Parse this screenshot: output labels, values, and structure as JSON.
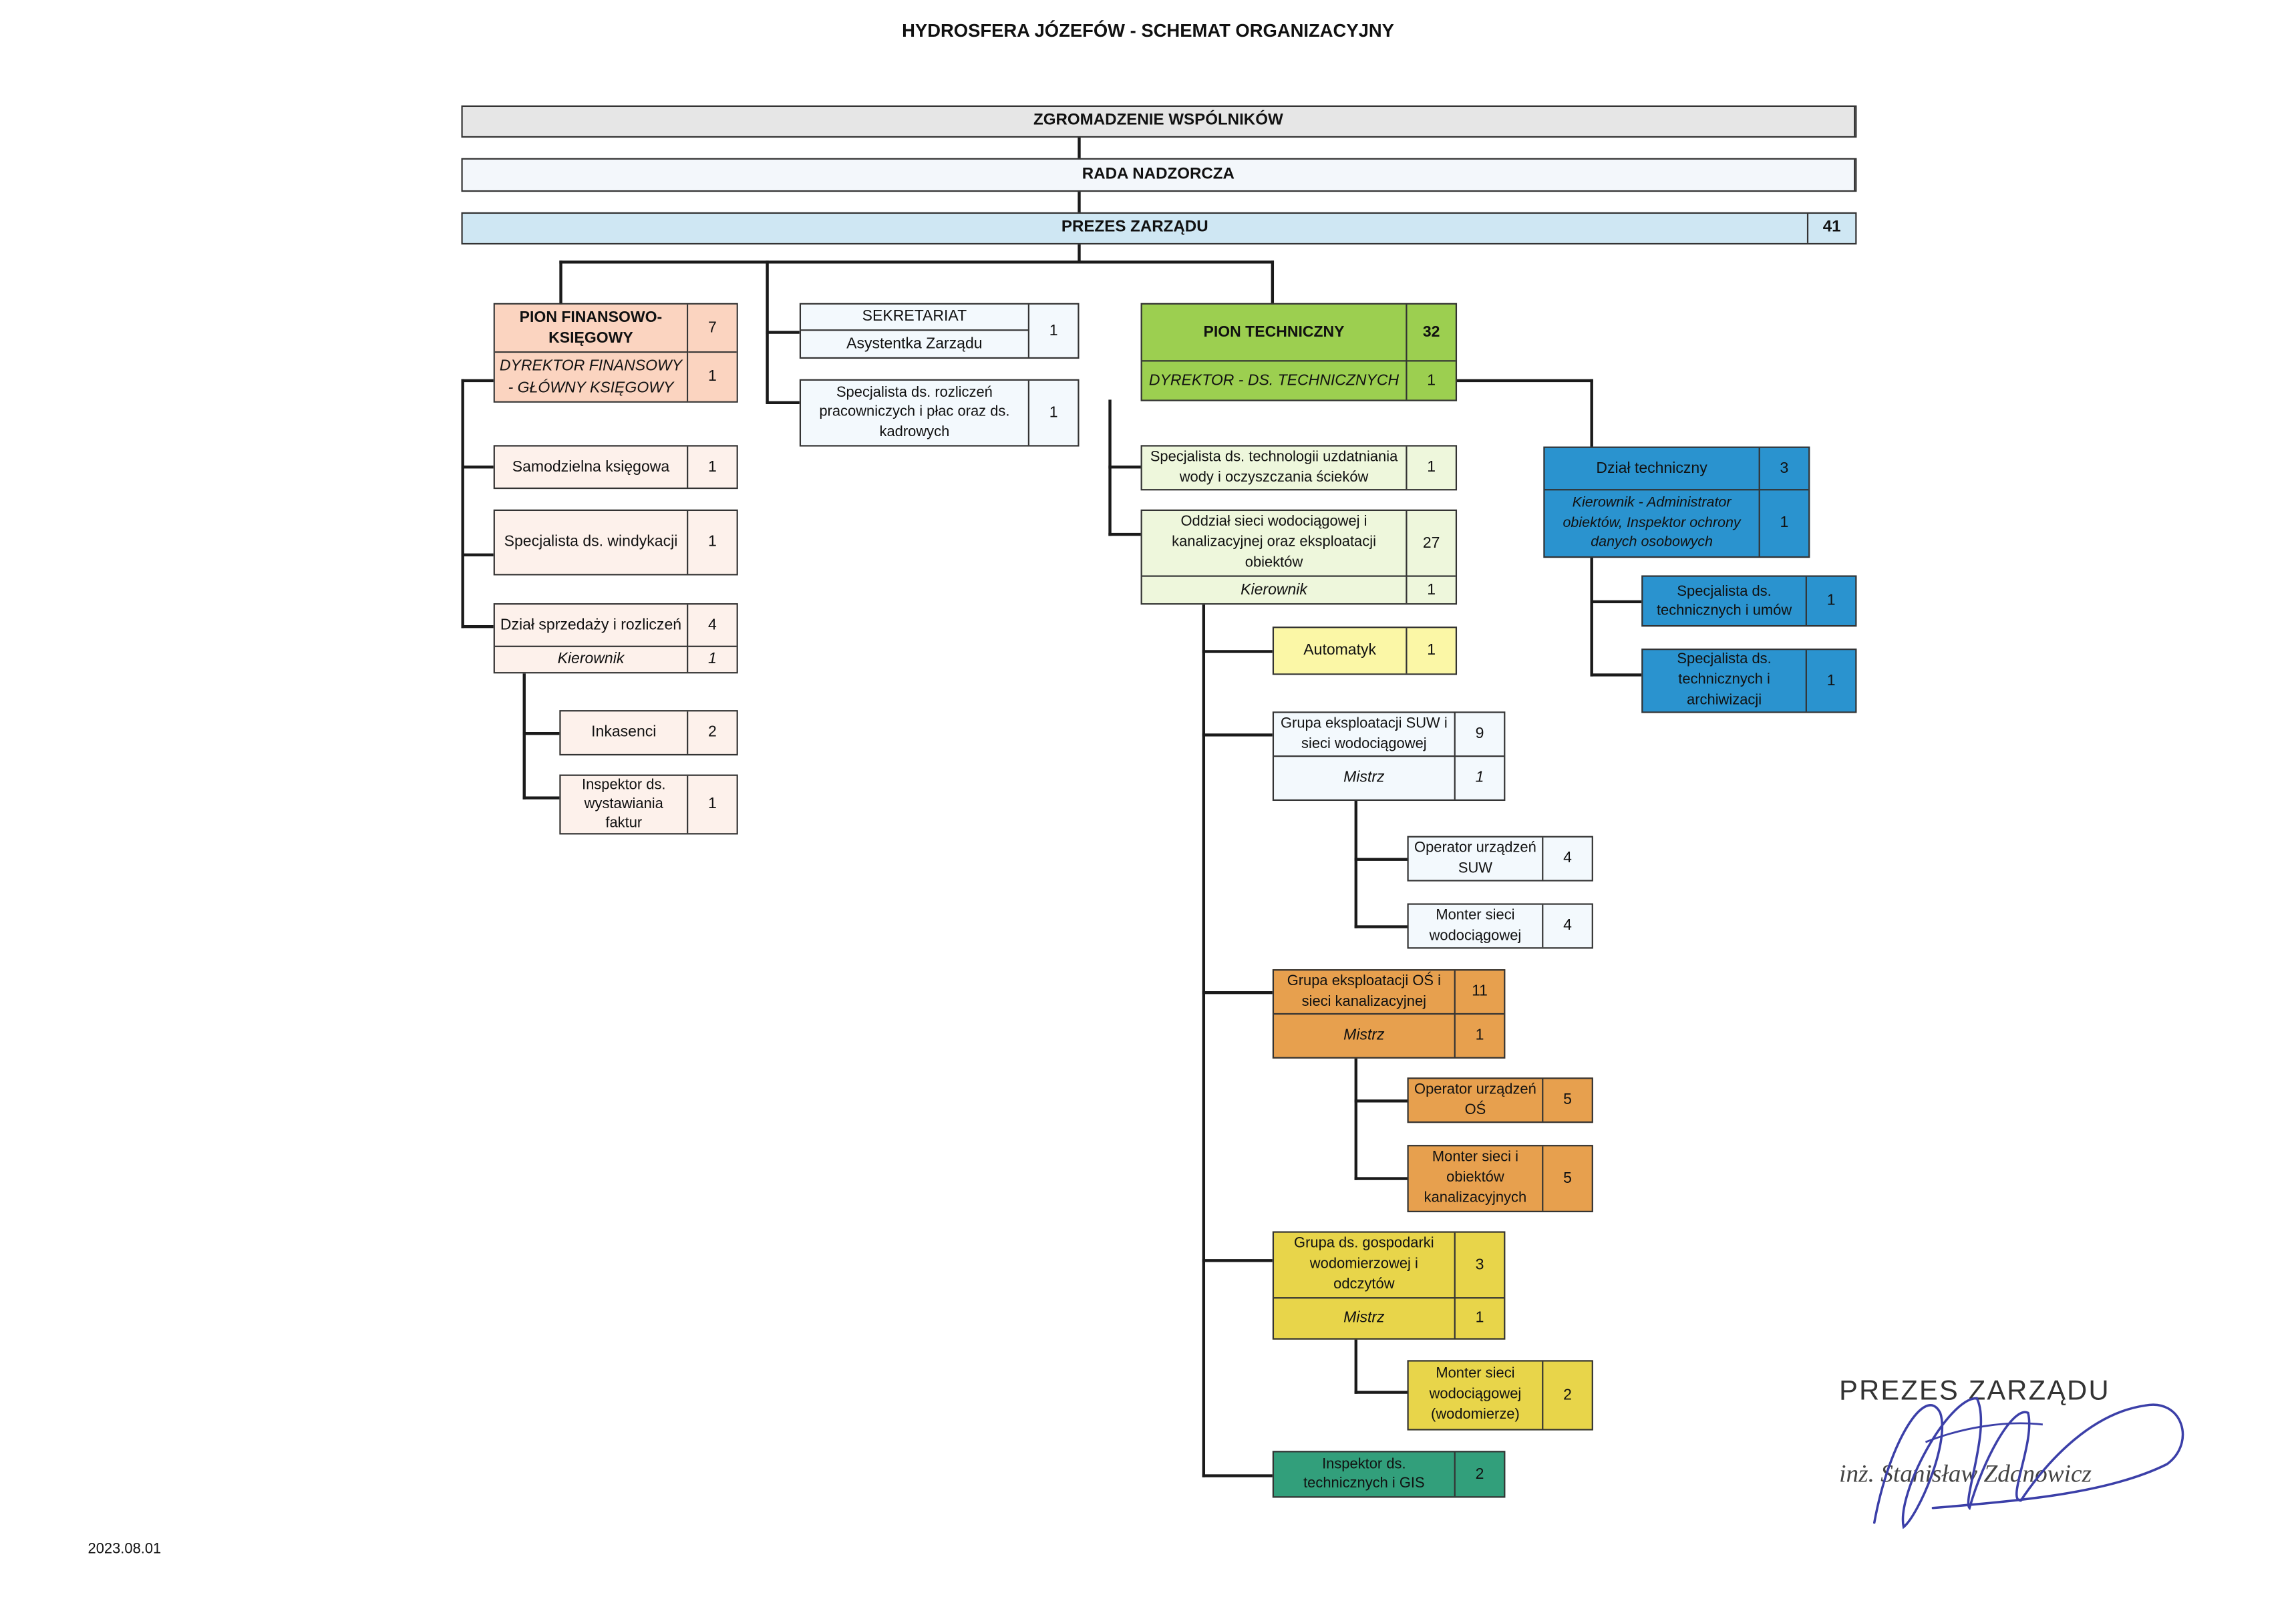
{
  "header": {
    "title": "HYDROSFERA JÓZEFÓW - SCHEMAT ORGANIZACYJNY"
  },
  "top": {
    "assembly": "ZGROMADZENIE WSPÓLNIKÓW",
    "board": "RADA NADZORCZA",
    "president": {
      "label": "PREZES ZARZĄDU",
      "count": "41"
    }
  },
  "finance": {
    "pion": {
      "label": "PION FINANSOWO-KSIĘGOWY",
      "count": "7"
    },
    "director": {
      "label": "DYREKTOR FINANSOWY - GŁÓWNY KSIĘGOWY",
      "count": "1"
    },
    "accountant": {
      "label": "Samodzielna księgowa",
      "count": "1"
    },
    "collection": {
      "label": "Specjalista ds. windykacji",
      "count": "1"
    },
    "sales": {
      "label": "Dział sprzedaży i rozliczeń",
      "count": "4",
      "head": "Kierownik",
      "head_count": "1"
    },
    "collectors": {
      "label": "Inkasenci",
      "count": "2"
    },
    "invoices": {
      "label": "Inspektor ds. wystawiania faktur",
      "count": "1"
    }
  },
  "secretariat": {
    "main": {
      "label": "SEKRETARIAT",
      "count": "1",
      "sub": "Asystentka Zarządu"
    },
    "payroll": {
      "label": "Specjalista ds. rozliczeń pracowniczych i płac oraz ds. kadrowych",
      "count": "1"
    }
  },
  "technical": {
    "pion": {
      "label": "PION TECHNICZNY",
      "count": "32"
    },
    "director": {
      "label": "DYREKTOR - DS. TECHNICZNYCH",
      "count": "1"
    },
    "tech_specialist": {
      "label": "Specjalista ds. technologii uzdatniania wody i oczyszczania ścieków",
      "count": "1"
    },
    "network": {
      "label": "Oddział sieci wodociągowej i kanalizacyjnej oraz eksploatacji obiektów",
      "count": "27",
      "head": "Kierownik",
      "head_count": "1"
    },
    "automation": {
      "label": "Automatyk",
      "count": "1"
    },
    "suw_group": {
      "label": "Grupa eksploatacji SUW i sieci wodociągowej",
      "count": "9",
      "head": "Mistrz",
      "head_count": "1"
    },
    "suw_operator": {
      "label": "Operator urządzeń SUW",
      "count": "4"
    },
    "water_fitter": {
      "label": "Monter sieci wodociągowej",
      "count": "4"
    },
    "os_group": {
      "label": "Grupa eksploatacji OŚ i sieci kanalizacyjnej",
      "count": "11",
      "head": "Mistrz",
      "head_count": "1"
    },
    "os_operator": {
      "label": "Operator urządzeń OŚ",
      "count": "5"
    },
    "sewer_fitter": {
      "label": "Monter sieci i obiektów kanalizacyjnych",
      "count": "5"
    },
    "meter_group": {
      "label": "Grupa ds. gospodarki wodomierzowej i odczytów",
      "count": "3",
      "head": "Mistrz",
      "head_count": "1"
    },
    "meter_fitter": {
      "label": "Monter sieci wodociągowej (wodomierze)",
      "count": "2"
    },
    "gis": {
      "label": "Inspektor ds. technicznych i GIS",
      "count": "2"
    }
  },
  "tech_dept": {
    "main": {
      "label": "Dział techniczny",
      "count": "3"
    },
    "head": {
      "label": "Kierownik - Administrator obiektów, Inspektor ochrony danych osobowych",
      "count": "1"
    },
    "contracts": {
      "label": "Specjalista ds. technicznych i umów",
      "count": "1"
    },
    "archive": {
      "label": "Specjalista ds. technicznych i archiwizacji",
      "count": "1"
    }
  },
  "signature": {
    "title": "PREZES ZARZĄDU",
    "name": "inż. Stanisław Zdanowicz"
  },
  "footer": {
    "date": "2023.08.01"
  },
  "colors": {
    "assembly": "#e6e6e6",
    "board": "#f3f7fb",
    "president": "#cfe7f3",
    "fin_header": "#fbd4c0",
    "fin_light": "#fdf1eb",
    "sec_light": "#f3f9fd",
    "tech_header": "#9ccf50",
    "tech_light": "#eef7dc",
    "tech_dept": "#2a93cf",
    "yellow_light": "#fbf7a6",
    "orange": "#e7a04e",
    "gold": "#e8d54a",
    "teal": "#329f7b"
  }
}
